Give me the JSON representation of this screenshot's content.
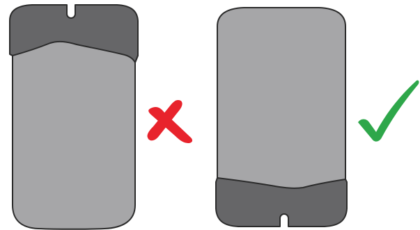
{
  "figure": {
    "left_panel": {
      "verdict": "incorrect",
      "mark_icon": "cross-icon",
      "mark_color": "#e8232c",
      "cap_position": "top"
    },
    "right_panel": {
      "verdict": "correct",
      "mark_icon": "check-icon",
      "mark_color": "#2ea74a",
      "cap_position": "bottom"
    },
    "colors": {
      "pad_body": "#a6a6a8",
      "pad_cap": "#666668",
      "outline": "#2b2b2b",
      "background": "#ffffff"
    }
  }
}
